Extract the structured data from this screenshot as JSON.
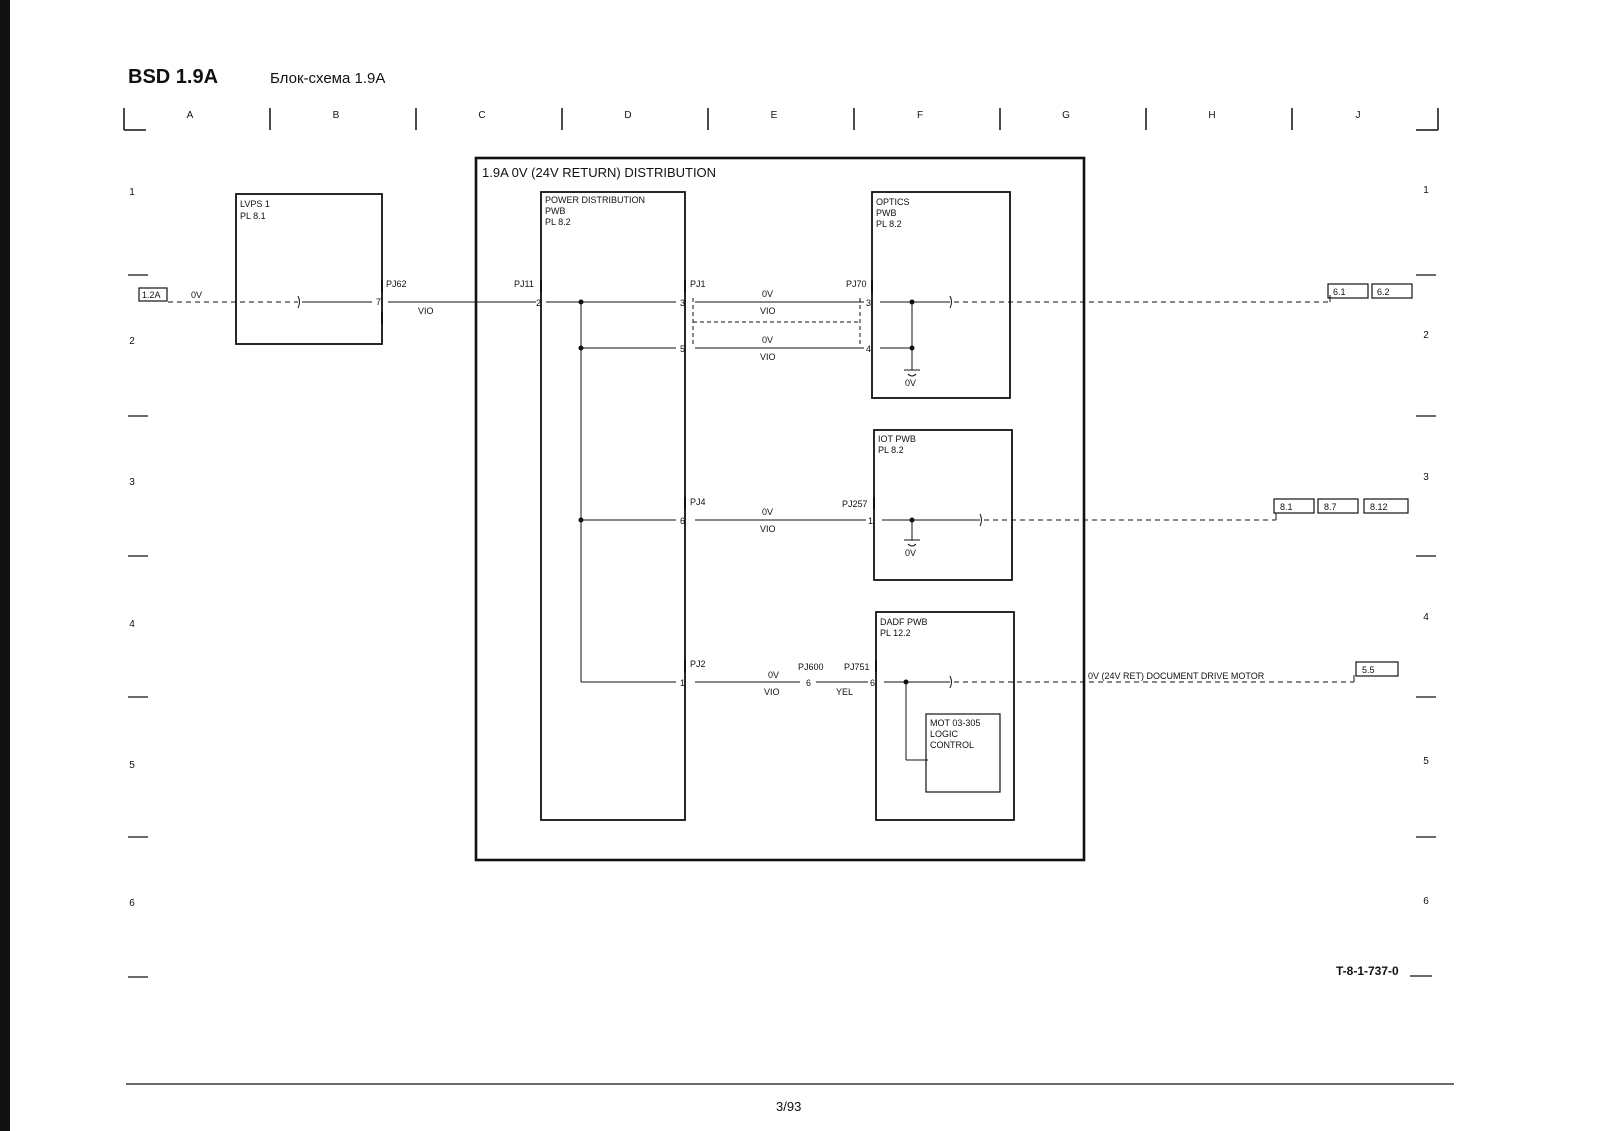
{
  "header": {
    "code": "BSD 1.9A",
    "title": "Блок-схема 1.9A"
  },
  "grid": {
    "columns": [
      "A",
      "B",
      "C",
      "D",
      "E",
      "F",
      "G",
      "H",
      "J"
    ],
    "rows": [
      "1",
      "2",
      "3",
      "4",
      "5",
      "6"
    ]
  },
  "outer_block": {
    "title": "1.9A 0V (24V RETURN) DISTRIBUTION"
  },
  "lvps": {
    "name": "LVPS 1",
    "pl": "PL 8.1",
    "connector": "PJ62",
    "pin": "7"
  },
  "source_ref": "1.2A",
  "source_signal": "0V",
  "wire_vio": "VIO",
  "wire_yel": "YEL",
  "pdb": {
    "name": "POWER DISTRIBUTION",
    "sub": "PWB",
    "pl": "PL 8.2",
    "in_connector": "PJ11",
    "in_pin": "2"
  },
  "optics": {
    "name": "OPTICS",
    "sub": "PWB",
    "pl": "PL 8.2",
    "connector": "PJ70",
    "pins": [
      "3",
      "4"
    ],
    "ground": "0V"
  },
  "iot": {
    "name": "IOT PWB",
    "pl": "PL 8.2",
    "connector": "PJ257",
    "pin": "1",
    "ground": "0V"
  },
  "dadf": {
    "name": "DADF PWB",
    "pl": "PL 12.2",
    "connector": "PJ751",
    "pin": "6",
    "inline_connector": "PJ600",
    "inline_pin": "6",
    "mot_line1": "MOT 03-305",
    "mot_line2": "LOGIC",
    "mot_line3": "CONTROL"
  },
  "pj1": {
    "connector": "PJ1",
    "pins": [
      "3",
      "5"
    ],
    "signal": "0V"
  },
  "pj4": {
    "connector": "PJ4",
    "pin": "6",
    "signal": "0V"
  },
  "pj2": {
    "connector": "PJ2",
    "pin": "1",
    "signal": "0V"
  },
  "refs_row2": [
    "6.1",
    "6.2"
  ],
  "refs_row3": [
    "8.1",
    "8.7",
    "8.12"
  ],
  "refs_row4": [
    "5.5"
  ],
  "dadf_out_label": "0V (24V RET) DOCUMENT DRIVE MOTOR",
  "doc_id": "T-8-1-737-0",
  "page_number": "3/93"
}
